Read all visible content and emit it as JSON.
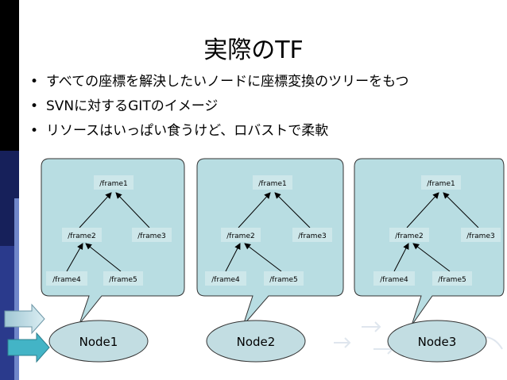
{
  "title": "実際のTF",
  "bullets": [
    "すべての座標を解決したいノードに座標変換のツリーをもつ",
    "SVNに対するGITのイメージ",
    "リソースはいっぱい食うけど、ロバストで柔軟"
  ],
  "frames": {
    "frame1": "/frame1",
    "frame2": "/frame2",
    "frame3": "/frame3",
    "frame4": "/frame4",
    "frame5": "/frame5"
  },
  "nodes": [
    "Node1",
    "Node2",
    "Node3"
  ],
  "colors": {
    "bubble_fill": "#b8dde2",
    "node_fill": "#c2dde2",
    "frame_fill": "#cde7ea",
    "arrow": "#000000"
  }
}
